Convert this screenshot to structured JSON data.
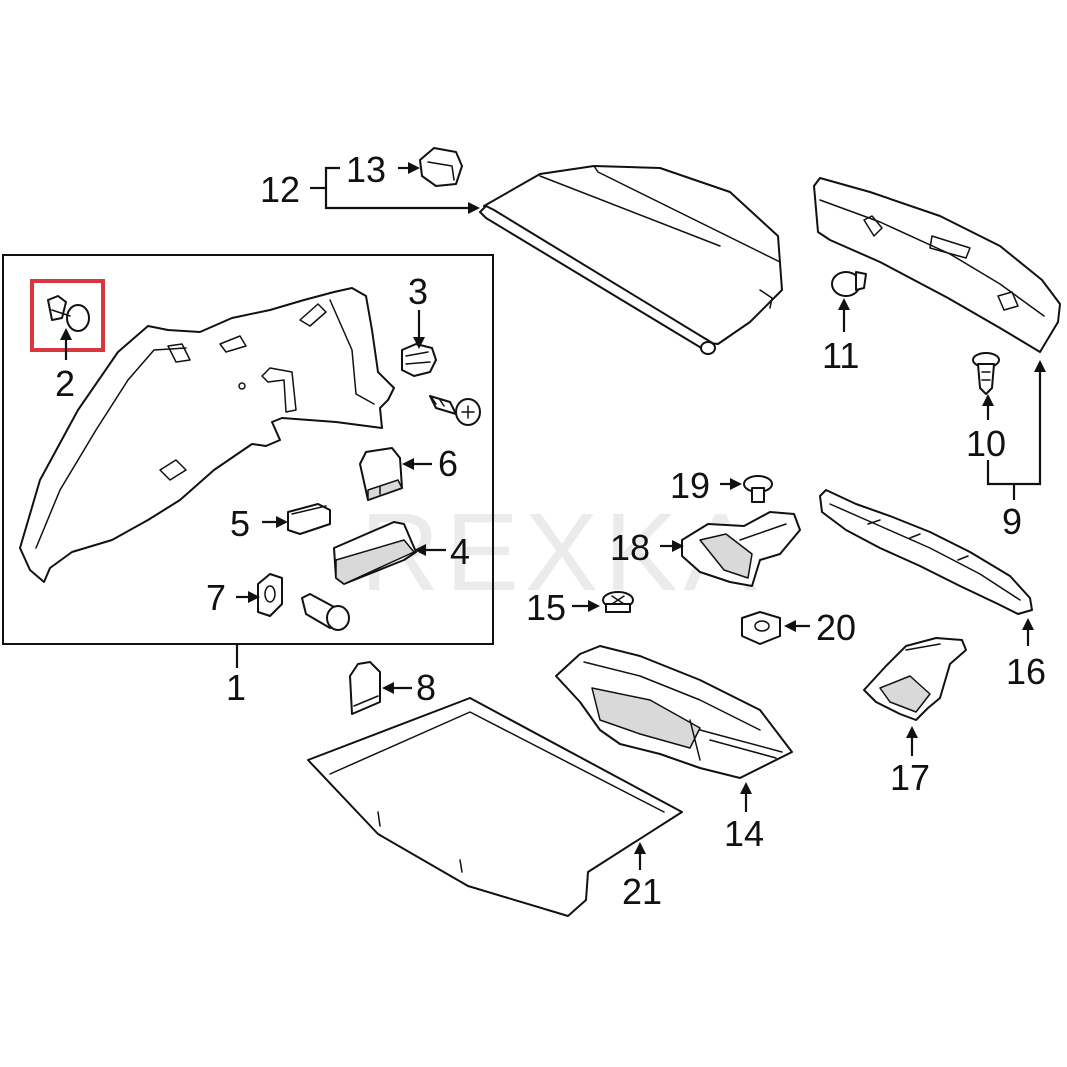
{
  "watermark": "REXKA",
  "highlight_color": "#d9363e",
  "callouts": {
    "c1": "1",
    "c2": "2",
    "c3": "3",
    "c4": "4",
    "c5": "5",
    "c6": "6",
    "c7": "7",
    "c8": "8",
    "c9": "9",
    "c10": "10",
    "c11": "11",
    "c12": "12",
    "c13": "13",
    "c14": "14",
    "c15": "15",
    "c16": "16",
    "c17": "17",
    "c18": "18",
    "c19": "19",
    "c20": "20",
    "c21": "21"
  }
}
